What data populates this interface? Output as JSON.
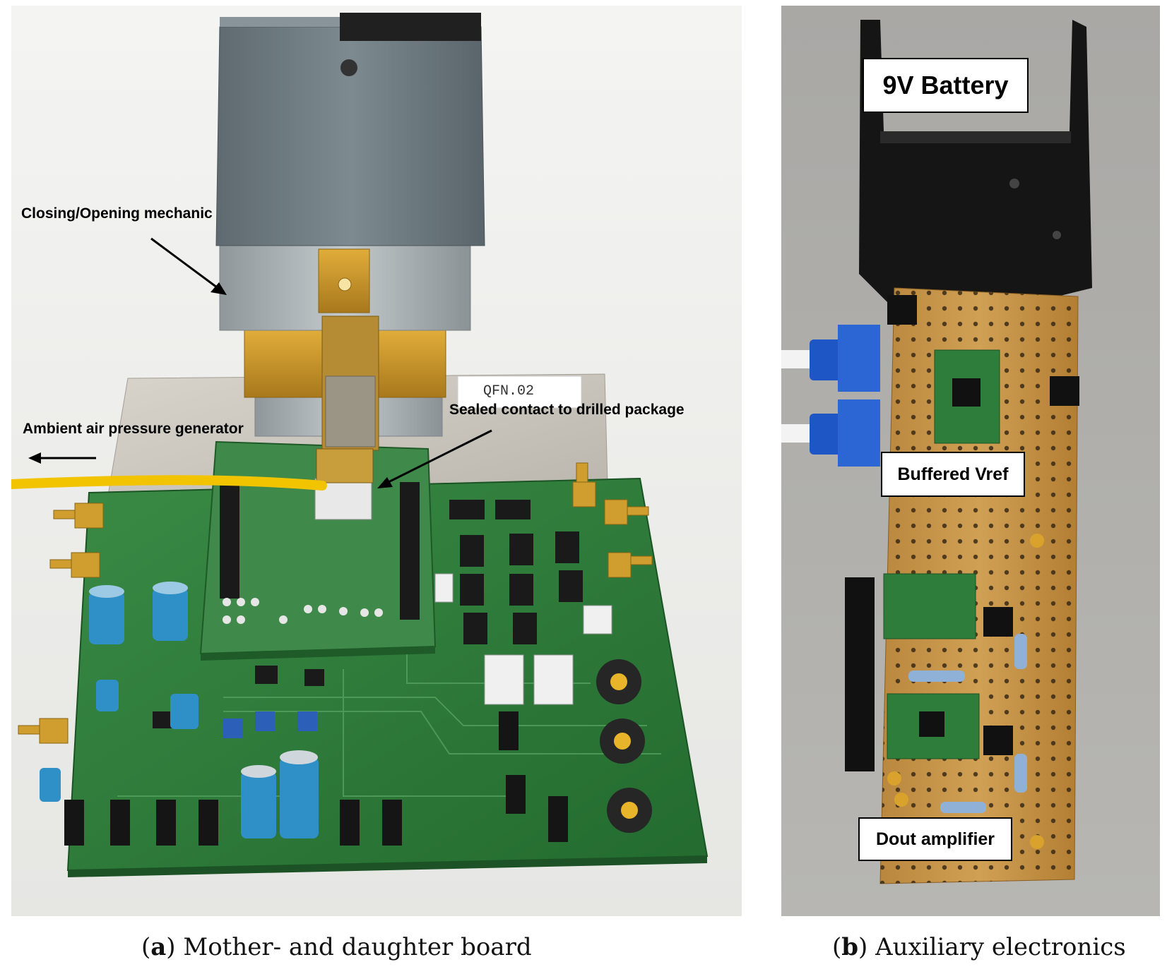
{
  "panel_a": {
    "annotations": {
      "closing_mechanic": "Closing/Opening mechanic",
      "air_pressure": "Ambient air pressure generator",
      "sealed_contact": "Sealed contact to drilled package",
      "qfn_label": "QFN.02"
    },
    "caption": {
      "letter": "a",
      "text": "Mother- and daughter board"
    }
  },
  "panel_b": {
    "labels": {
      "battery": "9V Battery",
      "vref": "Buffered Vref",
      "dout": "Dout amplifier"
    },
    "caption": {
      "letter": "b",
      "text": "Auxiliary electronics"
    }
  },
  "colors": {
    "pcb_green": "#2f7d3a",
    "stripboard": "#c9964a",
    "housing_gray": "#6f7b80",
    "brass": "#c8952a",
    "cable_yellow": "#f2c400"
  }
}
